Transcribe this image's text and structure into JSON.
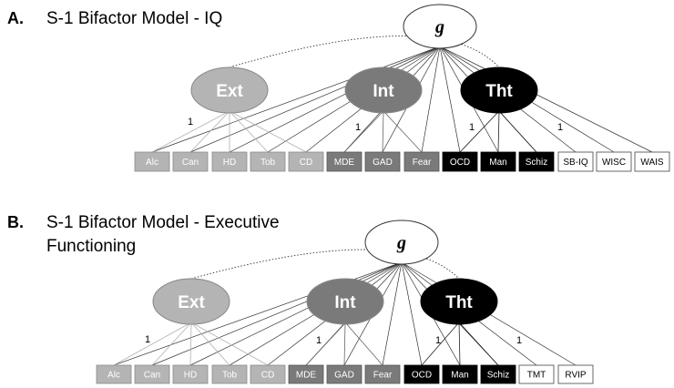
{
  "panels": [
    {
      "id": "A",
      "letter": "A.",
      "title_lines": [
        "S-1 Bifactor Model - IQ"
      ],
      "general_factor": "g",
      "factors": [
        {
          "key": "ext",
          "label": "Ext",
          "fill": "#b4b4b4",
          "text": "#ffffff"
        },
        {
          "key": "int",
          "label": "Int",
          "fill": "#7a7a7a",
          "text": "#ffffff"
        },
        {
          "key": "tht",
          "label": "Tht",
          "fill": "#000000",
          "text": "#ffffff"
        }
      ],
      "indicators": [
        {
          "label": "Alc",
          "factor": "ext"
        },
        {
          "label": "Can",
          "factor": "ext"
        },
        {
          "label": "HD",
          "factor": "ext"
        },
        {
          "label": "Tob",
          "factor": "ext"
        },
        {
          "label": "CD",
          "factor": "ext"
        },
        {
          "label": "MDE",
          "factor": "int"
        },
        {
          "label": "GAD",
          "factor": "int"
        },
        {
          "label": "Fear",
          "factor": "int"
        },
        {
          "label": "OCD",
          "factor": "tht"
        },
        {
          "label": "Man",
          "factor": "tht"
        },
        {
          "label": "Schiz",
          "factor": "tht"
        },
        {
          "label": "SB-IQ",
          "factor": "cog"
        },
        {
          "label": "WISC",
          "factor": "cog"
        },
        {
          "label": "WAIS",
          "factor": "cog"
        }
      ],
      "fixed_loading_label": "1"
    },
    {
      "id": "B",
      "letter": "B.",
      "title_lines": [
        "S-1 Bifactor Model - Executive",
        "Functioning"
      ],
      "general_factor": "g",
      "factors": [
        {
          "key": "ext",
          "label": "Ext",
          "fill": "#b4b4b4",
          "text": "#ffffff"
        },
        {
          "key": "int",
          "label": "Int",
          "fill": "#7a7a7a",
          "text": "#ffffff"
        },
        {
          "key": "tht",
          "label": "Tht",
          "fill": "#000000",
          "text": "#ffffff"
        }
      ],
      "indicators": [
        {
          "label": "Alc",
          "factor": "ext"
        },
        {
          "label": "Can",
          "factor": "ext"
        },
        {
          "label": "HD",
          "factor": "ext"
        },
        {
          "label": "Tob",
          "factor": "ext"
        },
        {
          "label": "CD",
          "factor": "ext"
        },
        {
          "label": "MDE",
          "factor": "int"
        },
        {
          "label": "GAD",
          "factor": "int"
        },
        {
          "label": "Fear",
          "factor": "int"
        },
        {
          "label": "OCD",
          "factor": "tht"
        },
        {
          "label": "Man",
          "factor": "tht"
        },
        {
          "label": "Schiz",
          "factor": "tht"
        },
        {
          "label": "TMT",
          "factor": "cog"
        },
        {
          "label": "RVIP",
          "factor": "cog"
        }
      ],
      "fixed_loading_label": "1"
    }
  ],
  "indicator_colors": {
    "ext": {
      "fill": "#b4b4b4",
      "stroke": "#8a8a8a",
      "text": "#ffffff"
    },
    "int": {
      "fill": "#7a7a7a",
      "stroke": "#555555",
      "text": "#ffffff"
    },
    "tht": {
      "fill": "#000000",
      "stroke": "#000000",
      "text": "#ffffff"
    },
    "cog": {
      "fill": "#ffffff",
      "stroke": "#444444",
      "text": "#000000"
    }
  }
}
